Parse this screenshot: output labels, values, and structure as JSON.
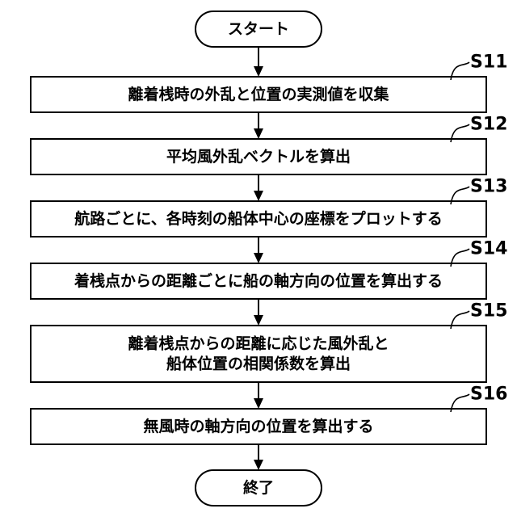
{
  "flowchart": {
    "start": {
      "label": "スタート"
    },
    "steps": [
      {
        "id": "S11",
        "lines": [
          "離着桟時の外乱と位置の実測値を収集"
        ]
      },
      {
        "id": "S12",
        "lines": [
          "平均風外乱ベクトルを算出"
        ]
      },
      {
        "id": "S13",
        "lines": [
          "航路ごとに、各時刻の船体中心の座標をプロットする"
        ]
      },
      {
        "id": "S14",
        "lines": [
          "着桟点からの距離ごとに船の軸方向の位置を算出する"
        ]
      },
      {
        "id": "S15",
        "lines": [
          "離着桟点からの距離に応じた風外乱と",
          "船体位置の相関係数を算出"
        ]
      },
      {
        "id": "S16",
        "lines": [
          "無風時の軸方向の位置を算出する"
        ]
      }
    ],
    "end": {
      "label": "終了"
    }
  }
}
